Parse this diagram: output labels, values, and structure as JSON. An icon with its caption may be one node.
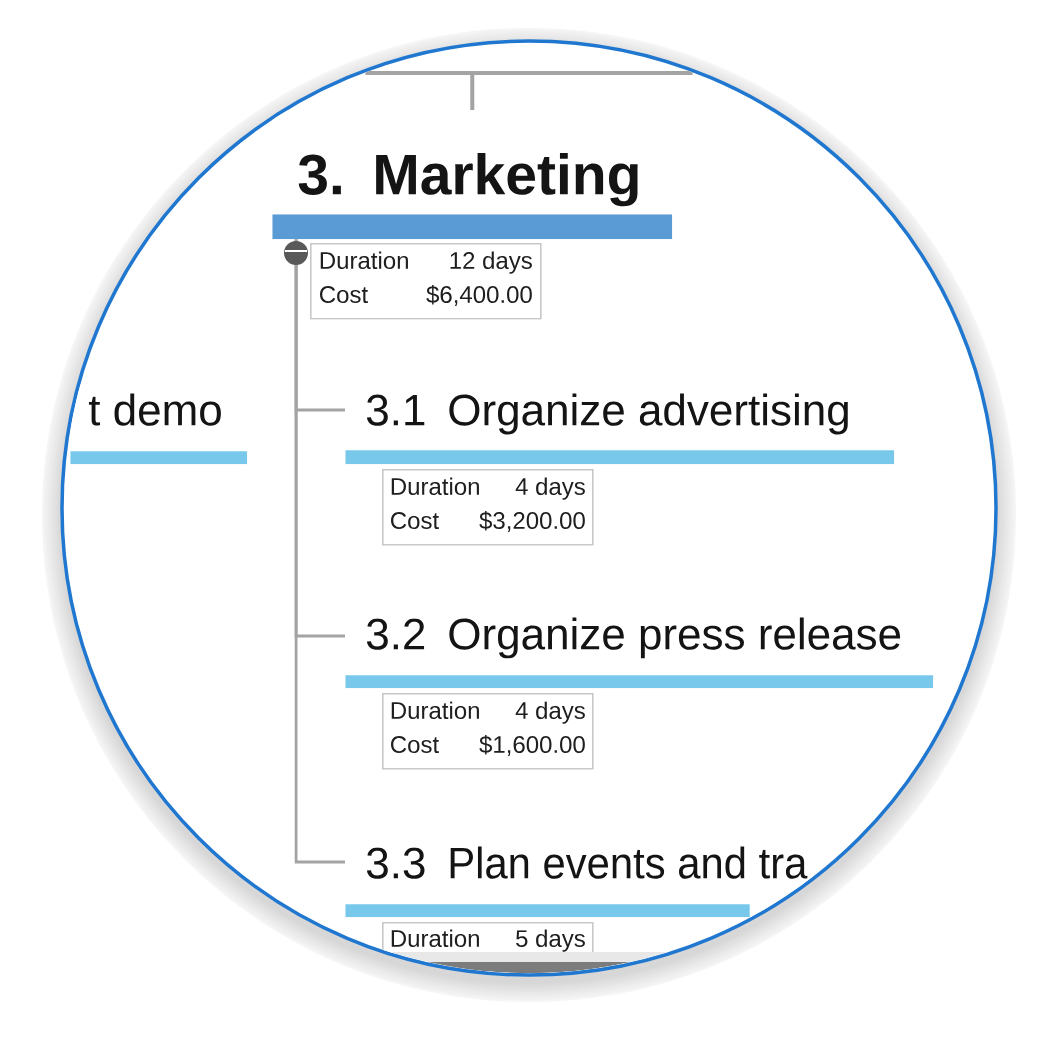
{
  "diagram": {
    "nodes": [
      {
        "text": [
          "3.",
          "Marketing"
        ]
      },
      {
        "text": [
          "Duration",
          "12 days",
          "Cost",
          "$6,400.00"
        ]
      },
      {
        "text": [
          "t demo"
        ]
      },
      {
        "text": [
          "3.1",
          "Organize advertising"
        ]
      },
      {
        "text": [
          "Duration",
          "4 days",
          "Cost",
          "$3,200.00"
        ]
      },
      {
        "text": [
          "3.2",
          "Organize press release"
        ]
      },
      {
        "text": [
          "Duration",
          "4 days",
          "Cost",
          "$1,600.00"
        ]
      },
      {
        "text": [
          "3.3",
          "Plan events and tra"
        ]
      },
      {
        "text": [
          "Duration",
          "5 days"
        ]
      }
    ],
    "edges": [
      {
        "from": null,
        "to": 0,
        "arrow": "none"
      },
      {
        "from": 0,
        "to": 3,
        "arrow": "none"
      },
      {
        "from": 0,
        "to": 5,
        "arrow": "none"
      },
      {
        "from": 0,
        "to": 7,
        "arrow": "none"
      }
    ]
  }
}
